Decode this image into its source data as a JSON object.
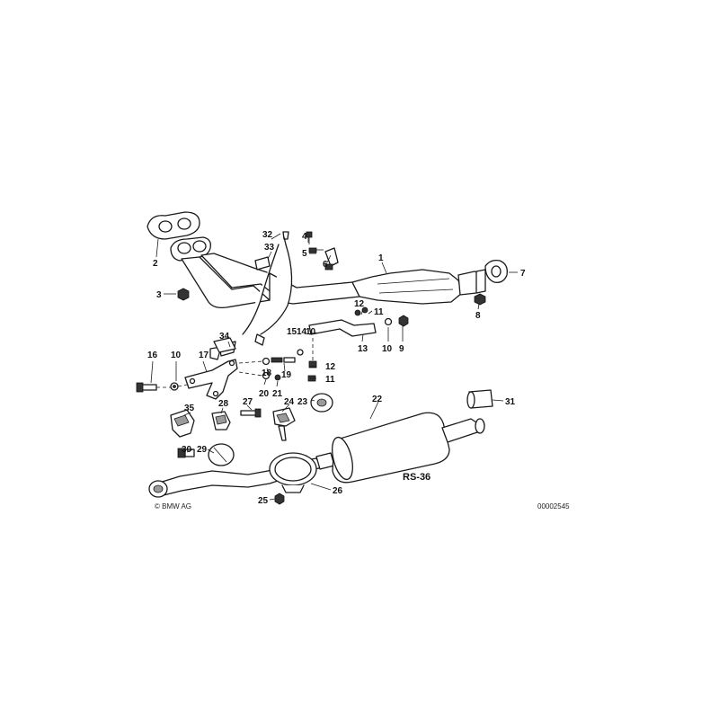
{
  "labels": {
    "l1": "1",
    "l2": "2",
    "l3": "3",
    "l4": "4",
    "l5": "5",
    "l6": "6",
    "l7": "7",
    "l8": "8",
    "l9": "9",
    "l10a": "10",
    "l10b": "10",
    "l10c": "10",
    "l11a": "11",
    "l11b": "11",
    "l12a": "12",
    "l12b": "12",
    "l13": "13",
    "l14": "14",
    "l15": "15",
    "l16": "16",
    "l17": "17",
    "l18": "18",
    "l19": "19",
    "l20": "20",
    "l21": "21",
    "l22": "22",
    "l23": "23",
    "l24": "24",
    "l25": "25",
    "l26": "26",
    "l27": "27",
    "l28": "28",
    "l29": "29",
    "l30": "30",
    "l31": "31",
    "l32": "32",
    "l33": "33",
    "l34": "34",
    "l35": "35"
  },
  "diagram_code": "RS-36",
  "copyright": "© BMW AG",
  "image_number": "00002545"
}
